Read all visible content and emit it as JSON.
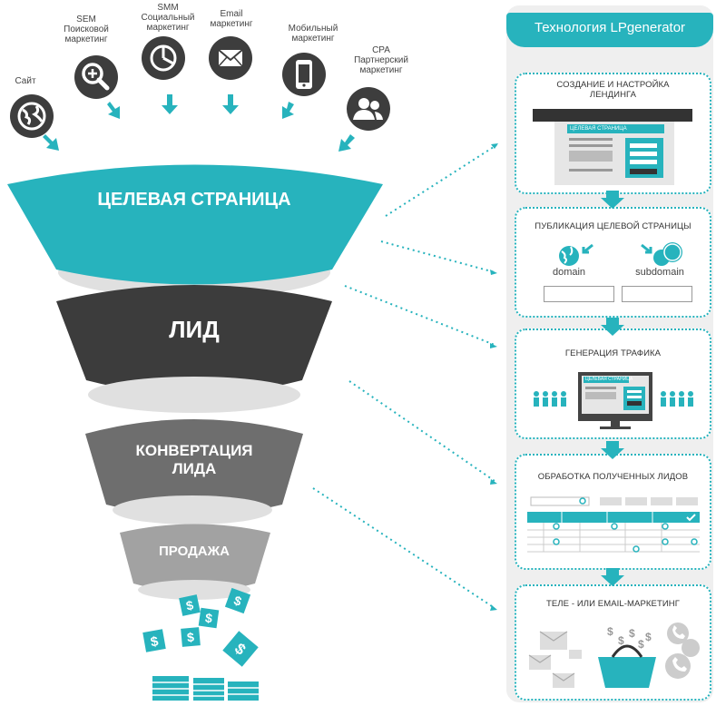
{
  "sources": [
    {
      "label": "Сайт",
      "icon": "globe-icon"
    },
    {
      "label": "SEM\nПоисковой\nмаркетинг",
      "icon": "magnifier-icon"
    },
    {
      "label": "SMM\nСоциальный\nмаркетинг",
      "icon": "pie-chart-icon"
    },
    {
      "label": "Email\nмаркетинг",
      "icon": "envelope-icon"
    },
    {
      "label": "Мобильный\nмаркетинг",
      "icon": "phone-icon"
    },
    {
      "label": "CPA\nПартнерский\nмаркетинг",
      "icon": "users-icon"
    }
  ],
  "funnel": {
    "stage1": "ЦЕЛЕВАЯ СТРАНИЦА",
    "stage2": "ЛИД",
    "stage3_line1": "КОНВЕРТАЦИЯ",
    "stage3_line2": "ЛИДА",
    "stage4": "ПРОДАЖА"
  },
  "panel": {
    "header": "Технология LPgenerator",
    "steps": [
      {
        "title": "СОЗДАНИЕ И НАСТРОЙКА\nЛЕНДИНГА",
        "mock_label": "ЦЕЛЕВАЯ СТРАНИЦА"
      },
      {
        "title": "ПУБЛИКАЦИЯ ЦЕЛЕВОЙ СТРАНИЦЫ",
        "domain": "domain",
        "subdomain": "subdomain"
      },
      {
        "title": "ГЕНЕРАЦИЯ ТРАФИКА",
        "mock_label": "ЦЕЛЕВАЯ СТРАНИЦА"
      },
      {
        "title": "ОБРАБОТКА ПОЛУЧЕННЫХ ЛИДОВ"
      },
      {
        "title": "ТЕЛЕ - ИЛИ EMAIL-МАРКЕТИНГ"
      }
    ]
  },
  "colors": {
    "teal": "#27b3bd",
    "dark": "#3c3c3c",
    "mid_gray": "#6e6e6e",
    "light_gray": "#a2a2a2",
    "icon_bg": "#3d3d3d"
  }
}
